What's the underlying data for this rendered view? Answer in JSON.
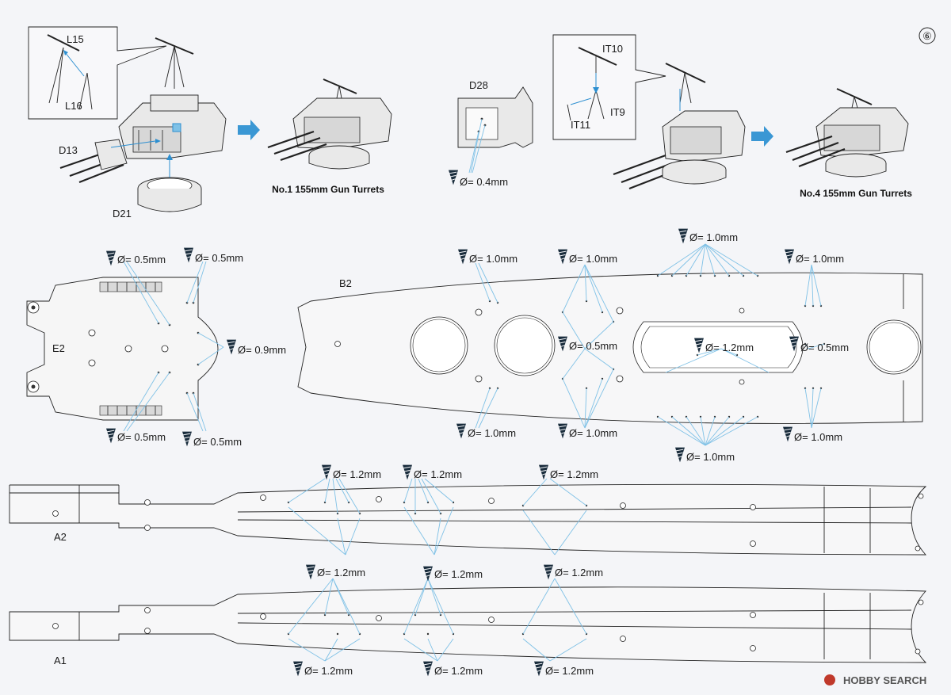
{
  "step_number": "⑥",
  "turret_views": {
    "no1_caption": "No.1 155mm Gun Turrets",
    "no4_caption": "No.4 155mm Gun Turrets",
    "no1_parts": [
      "L15",
      "L16",
      "D13",
      "D21"
    ],
    "no4_parts": [
      "IT10",
      "IT9",
      "IT11"
    ],
    "d28_label": "D28",
    "d28_drill": "Ø= 0.4mm"
  },
  "deck_parts": {
    "e2_label": "E2",
    "b2_label": "B2",
    "a2_label": "A2",
    "a1_label": "A1"
  },
  "drill_callouts": {
    "e2": [
      "Ø= 0.5mm",
      "Ø= 0.5mm",
      "Ø= 0.9mm",
      "Ø= 0.5mm",
      "Ø= 0.5mm"
    ],
    "b2_top": [
      "Ø= 1.0mm",
      "Ø= 1.0mm",
      "Ø= 1.0mm",
      "Ø= 1.0mm"
    ],
    "b2_mid": [
      "Ø= 0.5mm",
      "Ø= 1.2mm",
      "Ø= 0.5mm"
    ],
    "b2_bottom": [
      "Ø= 1.0mm",
      "Ø= 1.0mm",
      "Ø= 1.0mm",
      "Ø= 1.0mm"
    ],
    "a2_top": [
      "Ø= 1.2mm",
      "Ø= 1.2mm",
      "Ø= 1.2mm"
    ],
    "a1_top": [
      "Ø= 1.2mm",
      "Ø= 1.2mm",
      "Ø= 1.2mm"
    ],
    "a1_bottom": [
      "Ø= 1.2mm",
      "Ø= 1.2mm",
      "Ø= 1.2mm"
    ]
  },
  "watermark": "HOBBY SEARCH"
}
